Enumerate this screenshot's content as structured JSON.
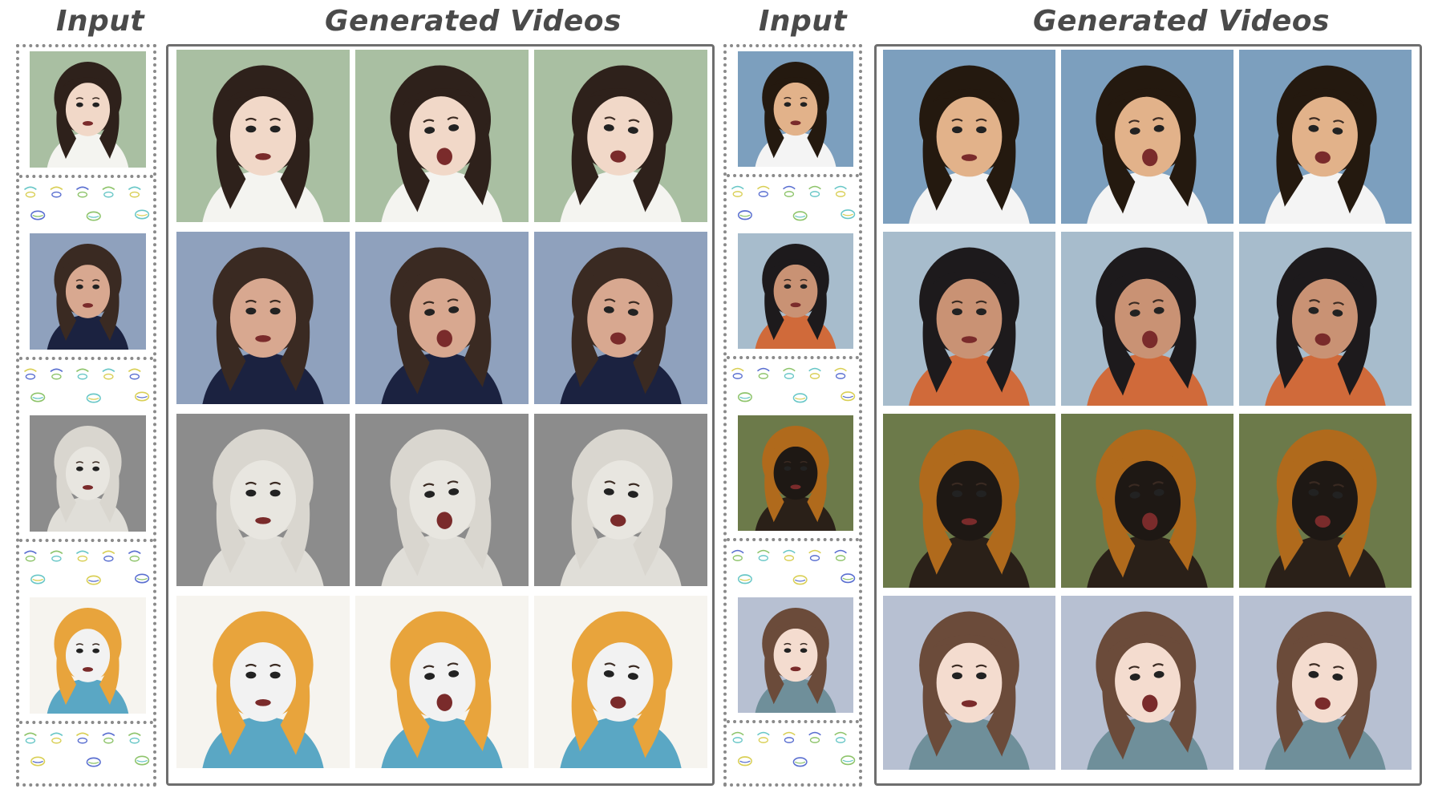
{
  "headings": {
    "left_input": "Input",
    "left_generated": "Generated Videos",
    "right_input": "Input",
    "right_generated": "Generated Videos"
  },
  "left_rows": [
    {
      "subject": "anime-girl",
      "bg": "#a9bfa2",
      "skin": "#f1d8c8",
      "hair": "#2e211b",
      "cloth": "#f4f4f0"
    },
    {
      "subject": "man-dark-blue",
      "bg": "#8fa1bd",
      "skin": "#d8a890",
      "hair": "#3a2a22",
      "cloth": "#1b2240"
    },
    {
      "subject": "marble-statue",
      "bg": "#8c8c8c",
      "skin": "#e8e6e0",
      "hair": "#d9d6cf",
      "cloth": "#e0ded8"
    },
    {
      "subject": "colorful-hair-woman",
      "bg": "#f6f4ef",
      "skin": "#f2f2f2",
      "hair": "#e8a43c",
      "cloth": "#5aa7c4"
    }
  ],
  "right_rows": [
    {
      "subject": "cartoon-man",
      "bg": "#7c9fbe",
      "skin": "#e2b28a",
      "hair": "#24190f",
      "cloth": "#f4f4f4"
    },
    {
      "subject": "headdress-woman",
      "bg": "#a7bccc",
      "skin": "#c99274",
      "hair": "#1d1a1c",
      "cloth": "#d06a3a"
    },
    {
      "subject": "monkey",
      "bg": "#6c7a4a",
      "skin": "#1e1814",
      "hair": "#b06a1c",
      "cloth": "#2a2018"
    },
    {
      "subject": "cartoon-woman",
      "bg": "#b7c0d2",
      "skin": "#f4dccf",
      "hair": "#6b4b3a",
      "cloth": "#6f8f9a"
    }
  ],
  "colors": {
    "heading": "#4a4a4a",
    "border": "#6e6e6e",
    "dotted": "#8a8a8a",
    "kp_cyan": "#69c7c7",
    "kp_yellow": "#d9cf55",
    "kp_blue": "#5a6fd0",
    "kp_green": "#8ec46b"
  }
}
